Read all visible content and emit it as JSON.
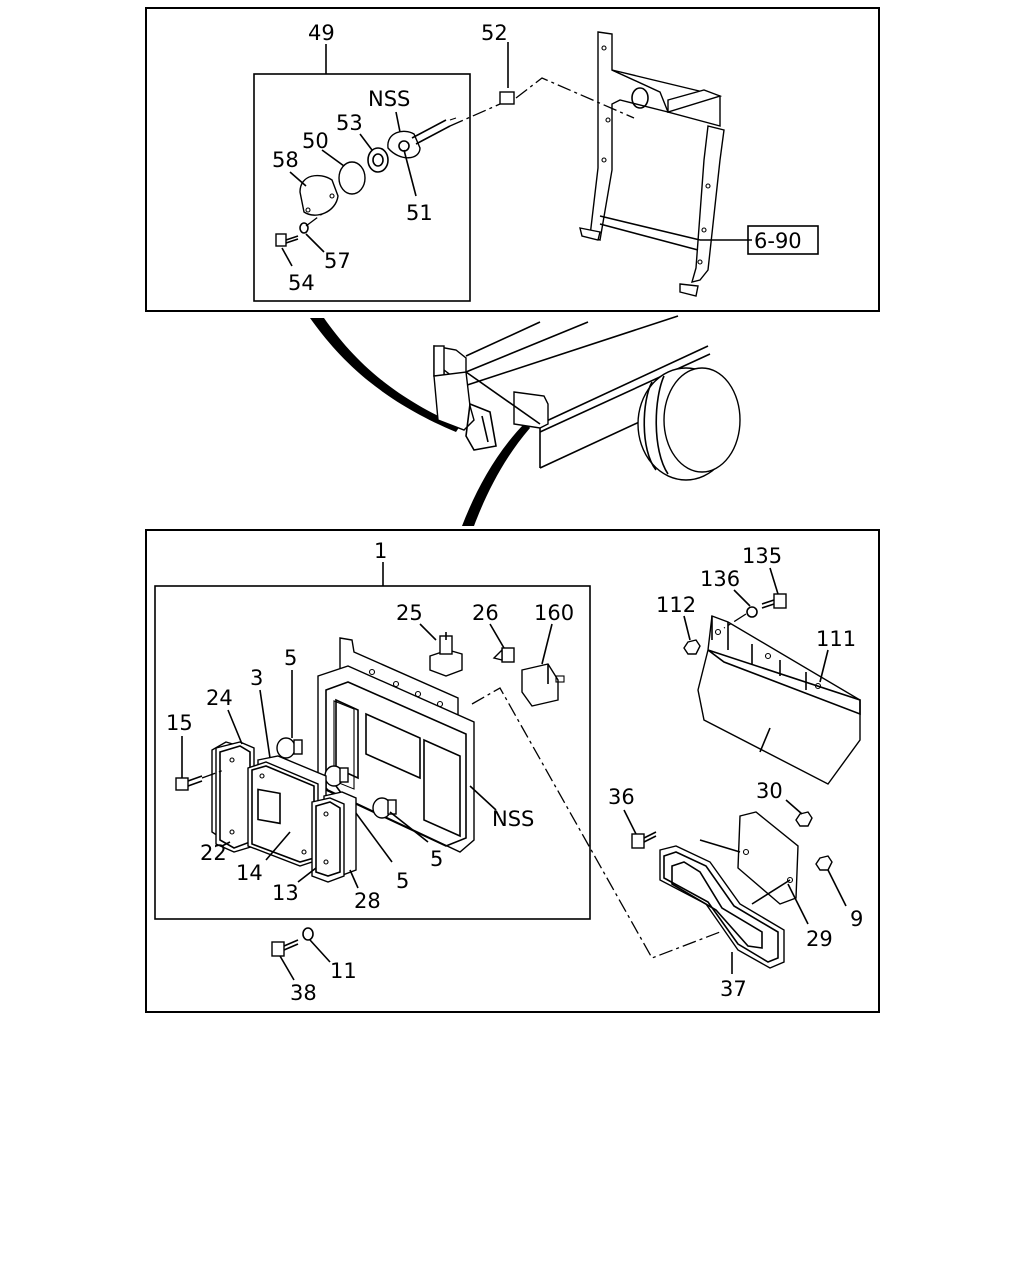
{
  "diagram": {
    "top_panel": {
      "labels": {
        "l49": "49",
        "l52": "52",
        "lnss": "NSS",
        "l53": "53",
        "l50": "50",
        "l58": "58",
        "l51": "51",
        "l57": "57",
        "l54": "54",
        "l690": "6-90"
      }
    },
    "bottom_panel": {
      "labels": {
        "l1": "1",
        "l135": "135",
        "l136": "136",
        "l112": "112",
        "l111": "111",
        "l25": "25",
        "l26": "26",
        "l160": "160",
        "l5a": "5",
        "l24": "24",
        "l3": "3",
        "l15": "15",
        "lnss": "NSS",
        "l5b": "5",
        "l5c": "5",
        "l22": "22",
        "l14": "14",
        "l13": "13",
        "l28": "28",
        "l36": "36",
        "l30": "30",
        "l9": "9",
        "l29": "29",
        "l37": "37",
        "l11": "11",
        "l38": "38"
      }
    }
  }
}
